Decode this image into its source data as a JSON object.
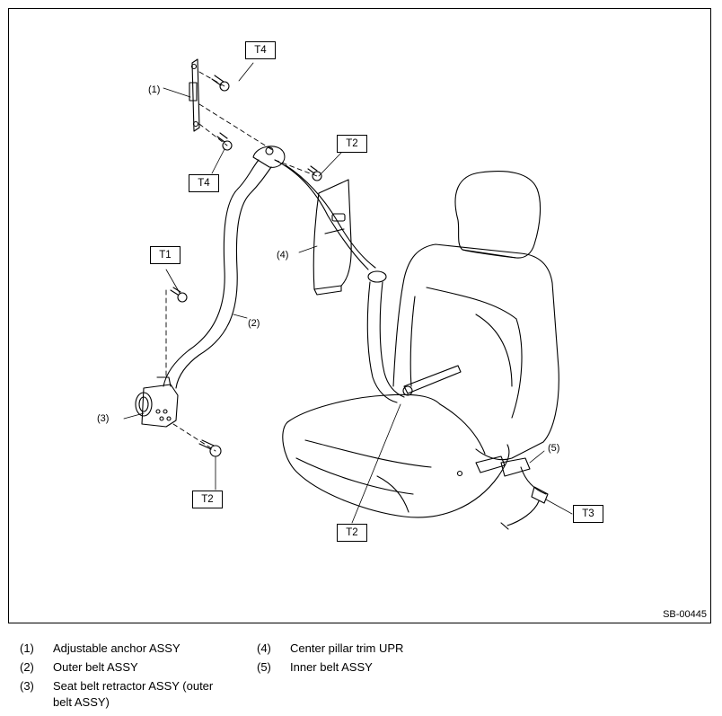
{
  "callouts": {
    "c1": "(1)",
    "c2": "(2)",
    "c3": "(3)",
    "c4": "(4)",
    "c5": "(5)"
  },
  "torque_labels": {
    "t4_top": "T4",
    "t4_lower": "T4",
    "t2_top": "T2",
    "t1": "T1",
    "t2_bottom_left": "T2",
    "t2_bottom_center": "T2",
    "t3": "T3"
  },
  "figure_id": "SB-00445",
  "legend": [
    {
      "num": "(1)",
      "text": "Adjustable anchor ASSY"
    },
    {
      "num": "(2)",
      "text": "Outer belt ASSY"
    },
    {
      "num": "(3)",
      "text": "Seat belt retractor ASSY (outer belt ASSY)"
    },
    {
      "num": "(4)",
      "text": "Center pillar trim UPR"
    },
    {
      "num": "(5)",
      "text": "Inner belt ASSY"
    }
  ]
}
